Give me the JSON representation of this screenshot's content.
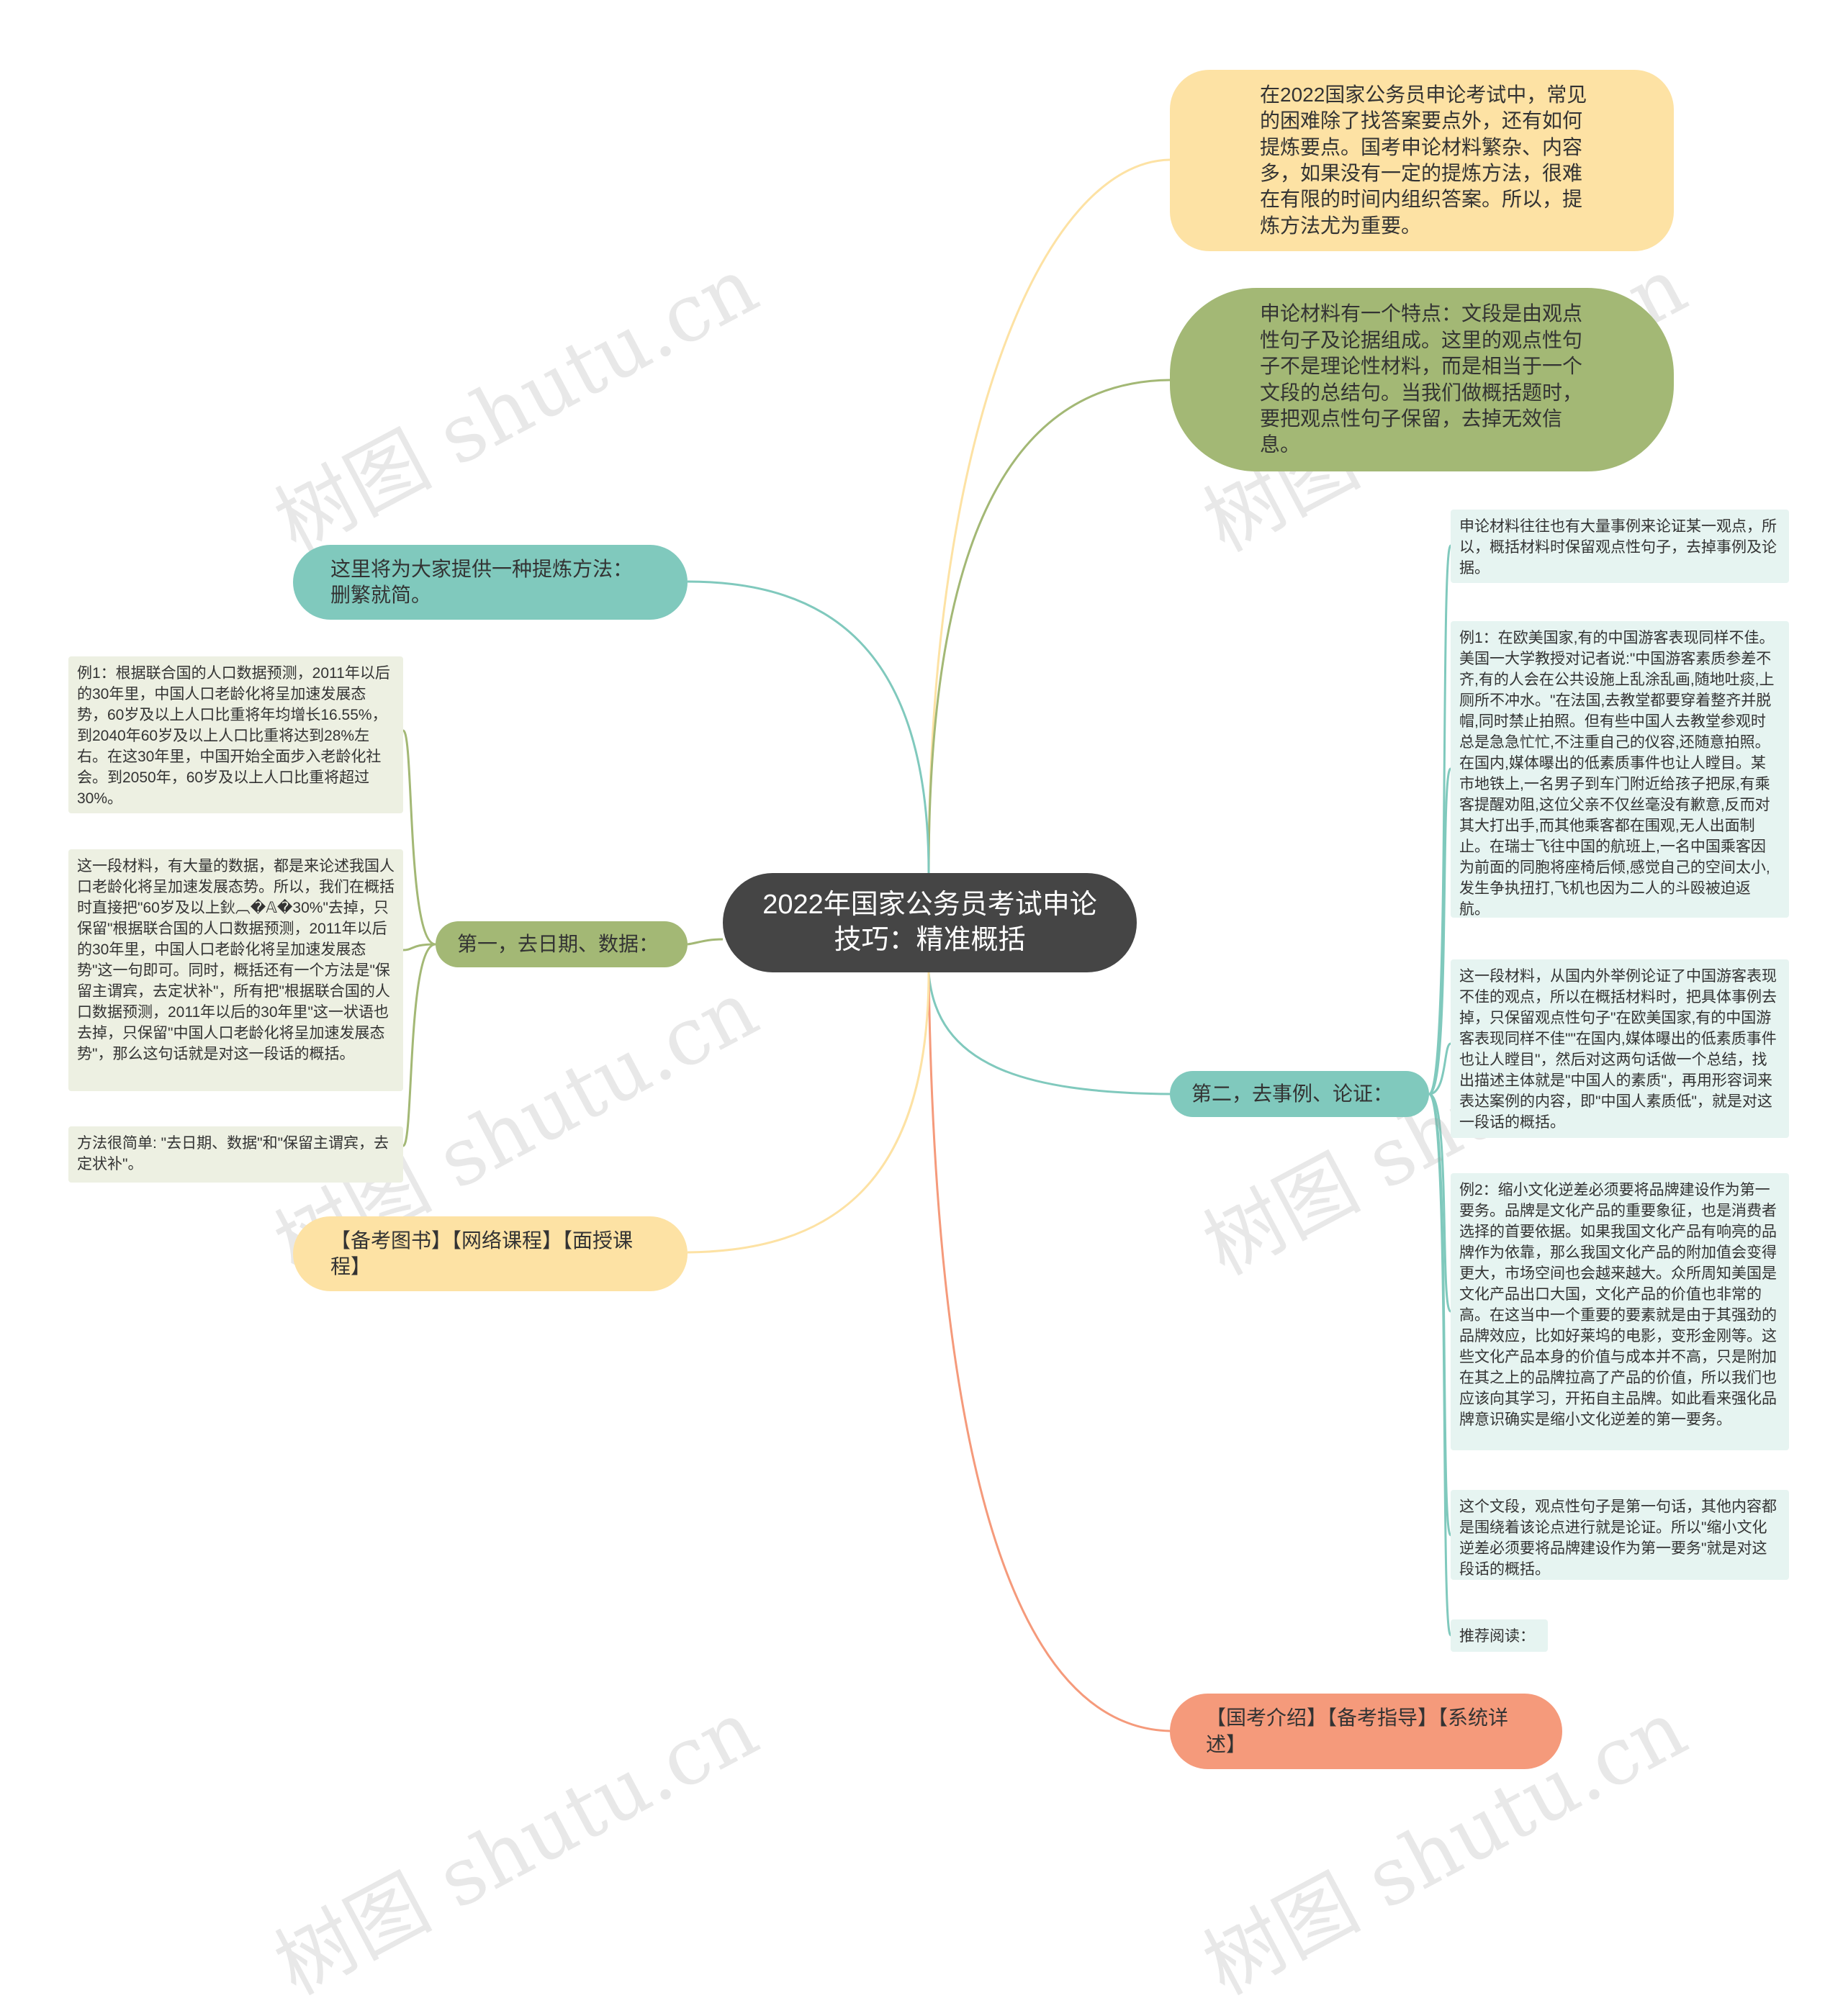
{
  "central": "2022年国家公务员考试申论技巧：精准概括",
  "colors": {
    "central_bg": "#454545",
    "yellow": "#fde2a4",
    "green_olive": "#a3b875",
    "teal": "#80c9bd",
    "orange": "#f59a7b",
    "note_green_bg": "#edf0e2",
    "note_teal_bg": "#e6f4f1"
  },
  "right": {
    "intro": "在2022国家公务员申论考试中，常见的困难除了找答案要点外，还有如何提炼要点。国考申论材料繁杂、内容多，如果没有一定的提炼方法，很难在有限的时间内组织答案。所以，提炼方法尤为重要。",
    "feature": "申论材料有一个特点：文段是由观点性句子及论据组成。这里的观点性句子不是理论性材料，而是相当于一个文段的总结句。当我们做概括题时，要把观点性句子保留，去掉无效信息。",
    "second": {
      "label": "第二，去事例、论证：",
      "notes": [
        "申论材料往往也有大量事例来论证某一观点，所以，概括材料时保留观点性句子，去掉事例及论据。",
        "例1：在欧美国家,有的中国游客表现同样不佳。美国一大学教授对记者说:\"中国游客素质参差不齐,有的人会在公共设施上乱涂乱画,随地吐痰,上厕所不冲水。\"在法国,去教堂都要穿着整齐并脱帽,同时禁止拍照。但有些中国人去教堂参观时总是急急忙忙,不注重自己的仪容,还随意拍照。在国内,媒体曝出的低素质事件也让人瞠目。某市地铁上,一名男子到车门附近给孩子把尿,有乘客提醒劝阻,这位父亲不仅丝毫没有歉意,反而对其大打出手,而其他乘客都在围观,无人出面制止。在瑞士飞往中国的航班上,一名中国乘客因为前面的同胞将座椅后倾,感觉自己的空间太小,发生争执扭打,飞机也因为二人的斗殴被迫返航。",
        "这一段材料，从国内外举例论证了中国游客表现不佳的观点，所以在概括材料时，把具体事例去掉，只保留观点性句子\"在欧美国家,有的中国游客表现同样不佳\"\"在国内,媒体曝出的低素质事件也让人瞠目\"，然后对这两句话做一个总结，找出描述主体就是\"中国人的素质\"，再用形容词来表达案例的内容，即\"中国人素质低\"，就是对这一段话的概括。",
        "例2：缩小文化逆差必须要将品牌建设作为第一要务。品牌是文化产品的重要象征，也是消费者选择的首要依据。如果我国文化产品有响亮的品牌作为依靠，那么我国文化产品的附加值会变得更大，市场空间也会越来越大。众所周知美国是文化产品出口大国，文化产品的价值也非常的高。在这当中一个重要的要素就是由于其强劲的品牌效应，比如好莱坞的电影，变形金刚等。这些文化产品本身的价值与成本并不高，只是附加在其之上的品牌拉高了产品的价值，所以我们也应该向其学习，开拓自主品牌。如此看来强化品牌意识确实是缩小文化逆差的第一要务。",
        "这个文段，观点性句子是第一句话，其他内容都是围绕着该论点进行就是论证。所以\"缩小文化逆差必须要将品牌建设作为第一要务\"就是对这段话的概括。",
        "推荐阅读："
      ]
    },
    "links": "【国考介绍】【备考指导】【系统详述】"
  },
  "left": {
    "method": "这里将为大家提供一种提炼方法：删繁就简。",
    "first": {
      "label": "第一，去日期、数据：",
      "notes": [
        "例1：根据联合国的人口数据预测，2011年以后的30年里，中国人口老龄化将呈加速发展态势，60岁及以上人口比重将年均增长16.55%，到2040年60岁及以上人口比重将达到28%左右。在这30年里，中国开始全面步入老龄化社会。到2050年，60岁及以上人口比重将超过30%。",
        "这一段材料，有大量的数据，都是来论述我国人口老龄化将呈加速发展态势。所以，我们在概括时直接把\"60岁及以上鈥︹�𝔸�30%\"去掉，只保留\"根据联合国的人口数据预测，2011年以后的30年里，中国人口老龄化将呈加速发展态势\"这一句即可。同时，概括还有一个方法是\"保留主谓宾，去定状补\"，所有把\"根据联合国的人口数据预测，2011年以后的30年里\"这一状语也去掉，只保留\"中国人口老龄化将呈加速发展态势\"，那么这句话就是对这一段话的概括。",
        "方法很简单: \"去日期、数据\"和\"保留主谓宾，去定状补\"。"
      ]
    },
    "books": "【备考图书】【网络课程】【面授课程】"
  },
  "watermark": "树图 shutu.cn"
}
